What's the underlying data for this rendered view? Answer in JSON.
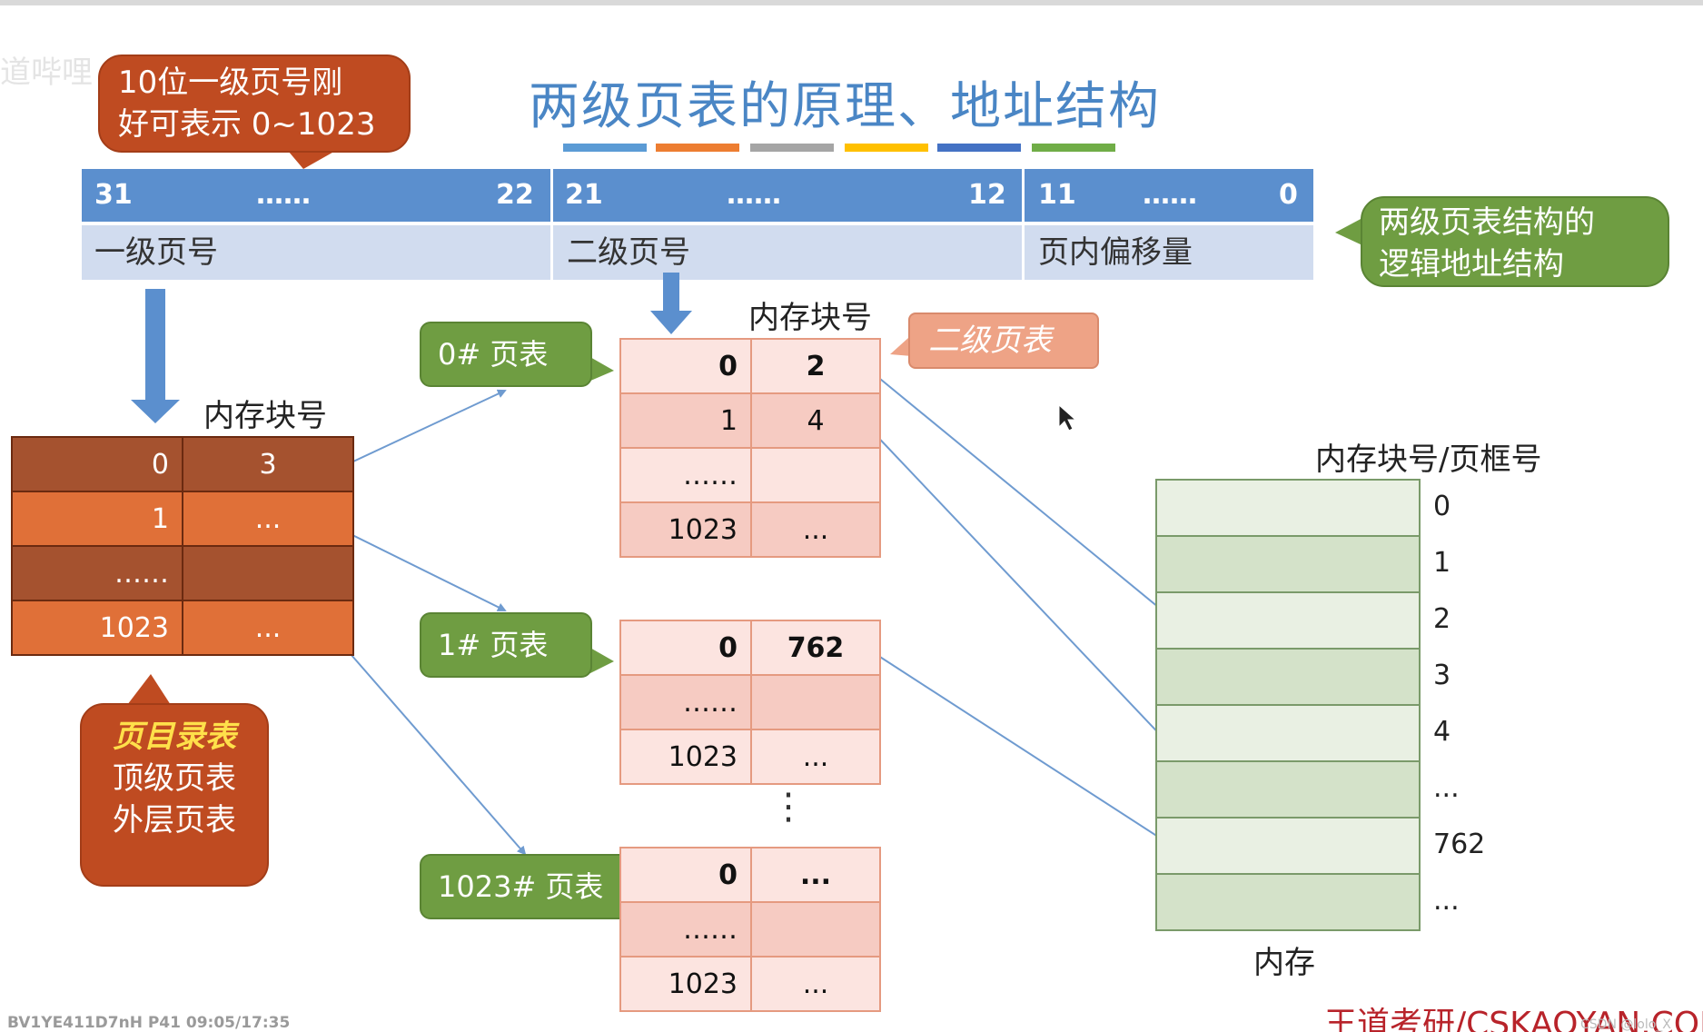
{
  "title": "两级页表的原理、地址结构",
  "deco_colors": [
    "#5b9bd5",
    "#ed7d31",
    "#a5a5a5",
    "#ffc000",
    "#4472c4",
    "#70ad47"
  ],
  "address": {
    "bits": {
      "f1_hi": "31",
      "f1_mid": "……",
      "f1_lo": "22",
      "f2_hi": "21",
      "f2_mid": "……",
      "f2_lo": "12",
      "f3_hi": "11",
      "f3_mid": "……",
      "f3_lo": "0"
    },
    "fields": {
      "f1": "一级页号",
      "f2": "二级页号",
      "f3": "页内偏移量"
    }
  },
  "callouts": {
    "top_left": {
      "line1": "10位一级页号刚",
      "line2": "好可表示 0~1023"
    },
    "right": {
      "line1": "两级页表结构的",
      "line2": "逻辑地址结构"
    },
    "secondary": "二级页表",
    "directory": {
      "line1": "页目录表",
      "line2": "顶级页表",
      "line3": "外层页表"
    },
    "pt0": "0# 页表",
    "pt1": "1# 页表",
    "pt1023": "1023# 页表"
  },
  "labels": {
    "dir_header": "内存块号",
    "pt_header": "内存块号",
    "mem_header": "内存块号/页框号",
    "mem_footer": "内存",
    "vdots": "⋮"
  },
  "directory_table": [
    {
      "idx": "0",
      "val": "3"
    },
    {
      "idx": "1",
      "val": "..."
    },
    {
      "idx": "……",
      "val": ""
    },
    {
      "idx": "1023",
      "val": "..."
    }
  ],
  "page_table_0": [
    {
      "idx": "0",
      "val": "2"
    },
    {
      "idx": "1",
      "val": "4"
    },
    {
      "idx": "……",
      "val": ""
    },
    {
      "idx": "1023",
      "val": "..."
    }
  ],
  "page_table_1": [
    {
      "idx": "0",
      "val": "762"
    },
    {
      "idx": "……",
      "val": ""
    },
    {
      "idx": "1023",
      "val": "..."
    }
  ],
  "page_table_1023": [
    {
      "idx": "0",
      "val": "..."
    },
    {
      "idx": "……",
      "val": ""
    },
    {
      "idx": "1023",
      "val": "..."
    }
  ],
  "memory_frames": [
    "0",
    "1",
    "2",
    "3",
    "4",
    "...",
    "762",
    "..."
  ],
  "footer": {
    "video_id": "BV1YE411D7nH P41 09:05/17:35",
    "brand": "王道考研/CSKAOYAN.COM",
    "csdn": "CSDN @lolo_X",
    "watermark": "道哔哩"
  }
}
